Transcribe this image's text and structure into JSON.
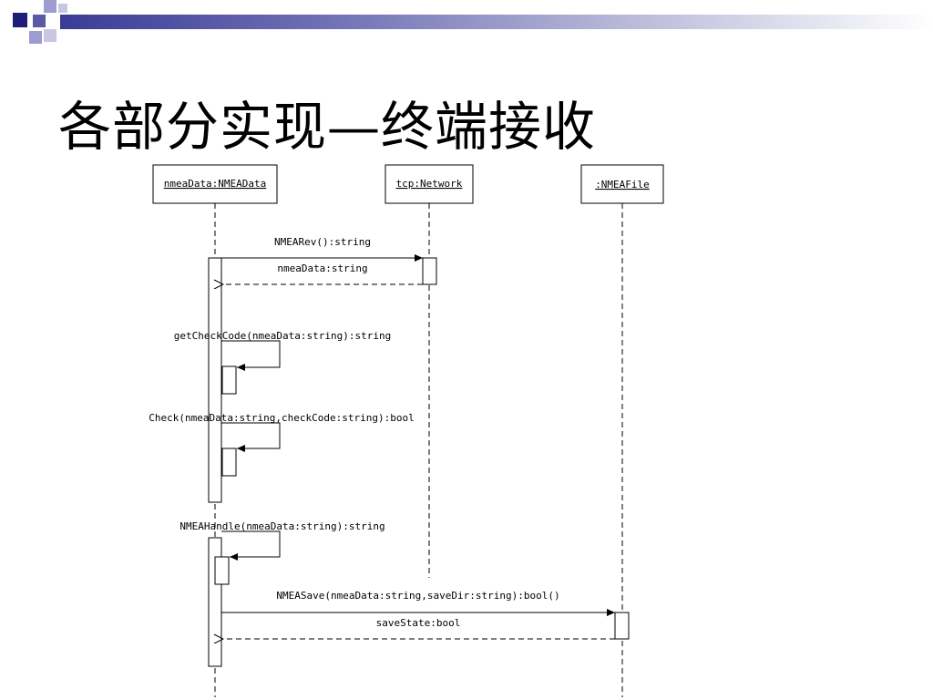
{
  "slide": {
    "title": "各部分实现—终端接收"
  },
  "colors": {
    "deco_dark": "#1d1d7a",
    "deco_mid": "#5a5aa8",
    "deco_light": "#9c9cd0",
    "line": "#000000"
  },
  "lifelines": [
    {
      "label": "nmeaData:NMEAData"
    },
    {
      "label": "tcp:Network"
    },
    {
      "label": ":NMEAFile"
    }
  ],
  "messages": [
    {
      "label": "NMEARev():string",
      "kind": "call"
    },
    {
      "label": "nmeaData:string",
      "kind": "return"
    },
    {
      "label": "getCheckCode(nmeaData:string):string",
      "kind": "self"
    },
    {
      "label": "Check(nmeaData:string,checkCode:string):bool",
      "kind": "self"
    },
    {
      "label": "NMEAHandle(nmeaData:string):string",
      "kind": "self"
    },
    {
      "label": "NMEASave(nmeaData:string,saveDir:string):bool()",
      "kind": "call"
    },
    {
      "label": "saveState:bool",
      "kind": "return"
    }
  ]
}
